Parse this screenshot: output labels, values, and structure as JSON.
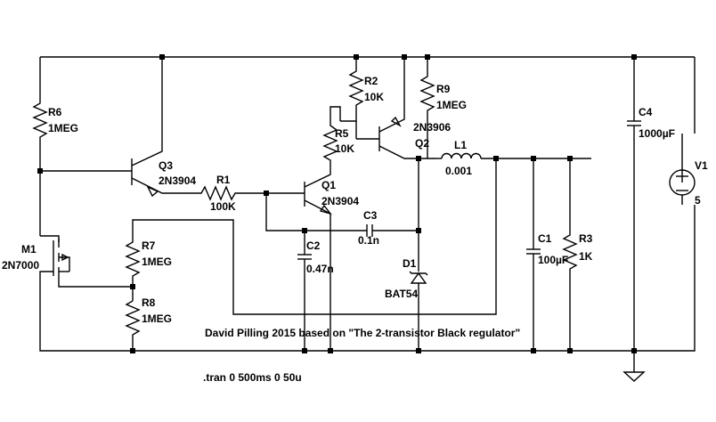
{
  "colors": {
    "background": "#ffffff",
    "wire": "#000000",
    "dot": "#000000",
    "text": "#000000"
  },
  "components": {
    "r6": {
      "name": "R6",
      "value": "1MEG"
    },
    "r2": {
      "name": "R2",
      "value": "10K"
    },
    "r9": {
      "name": "R9",
      "value": "1MEG"
    },
    "r5": {
      "name": "R5",
      "value": "10K"
    },
    "r1": {
      "name": "R1",
      "value": "100K"
    },
    "r7": {
      "name": "R7",
      "value": "1MEG"
    },
    "r8": {
      "name": "R8",
      "value": "1MEG"
    },
    "r3": {
      "name": "R3",
      "value": "1K"
    },
    "q3": {
      "name": "Q3",
      "value": "2N3904"
    },
    "q1": {
      "name": "Q1",
      "value": "2N3904"
    },
    "q2": {
      "name": "Q2",
      "value": "2N3906"
    },
    "m1": {
      "name": "M1",
      "value": "2N7000"
    },
    "l1": {
      "name": "L1",
      "value": "0.001"
    },
    "c1": {
      "name": "C1",
      "value": "100µF"
    },
    "c2": {
      "name": "C2",
      "value": "0.47n"
    },
    "c3": {
      "name": "C3",
      "value": "0.1n"
    },
    "c4": {
      "name": "C4",
      "value": "1000µF"
    },
    "d1": {
      "name": "D1",
      "value": "BAT54"
    },
    "v1": {
      "name": "V1",
      "value": "5"
    }
  },
  "caption": "David Pilling 2015 based on \"The 2-transistor Black regulator\"",
  "directive": ".tran 0 500ms 0 50u"
}
